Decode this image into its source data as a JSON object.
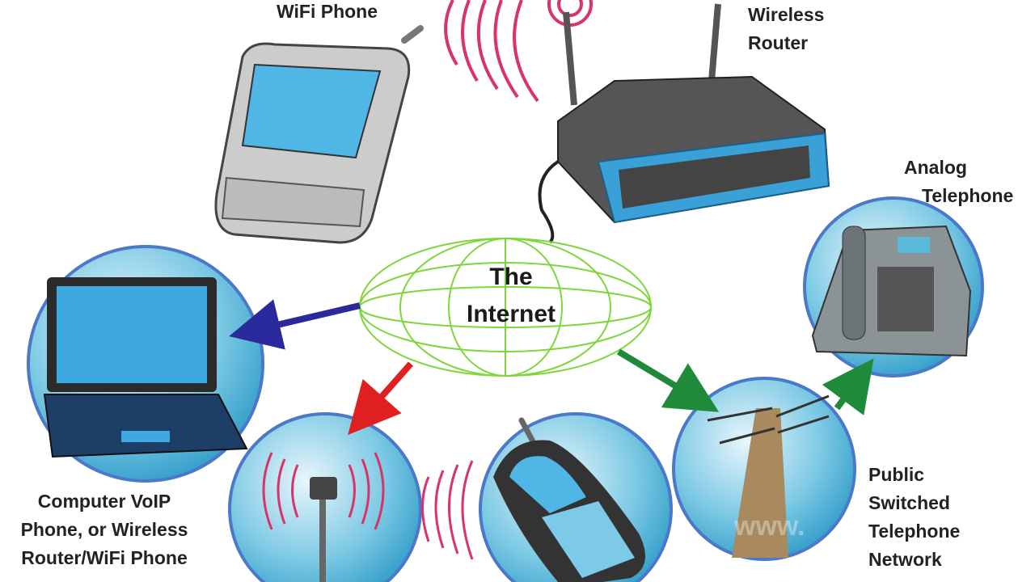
{
  "labels": {
    "wifi_phone": "WiFi Phone",
    "wireless_router": [
      "Wireless",
      "Router"
    ],
    "analog_telephone": [
      "Analog",
      "Telephone"
    ],
    "internet": [
      "The",
      "Internet"
    ],
    "computer": [
      "Computer VoIP",
      "Phone, or Wireless",
      "Router/WiFi Phone"
    ],
    "pstn": [
      "Public",
      "Switched",
      "Telephone",
      "Network"
    ]
  },
  "watermark": "www.",
  "colors": {
    "circle_fill": "#5ab8d8",
    "globe": "#7fd63a",
    "signal": "#d8336a",
    "arrow_blue": "#2a2a9c",
    "arrow_red": "#e02020",
    "arrow_green": "#1f8a3a",
    "router_accent": "#3aa0d8"
  }
}
